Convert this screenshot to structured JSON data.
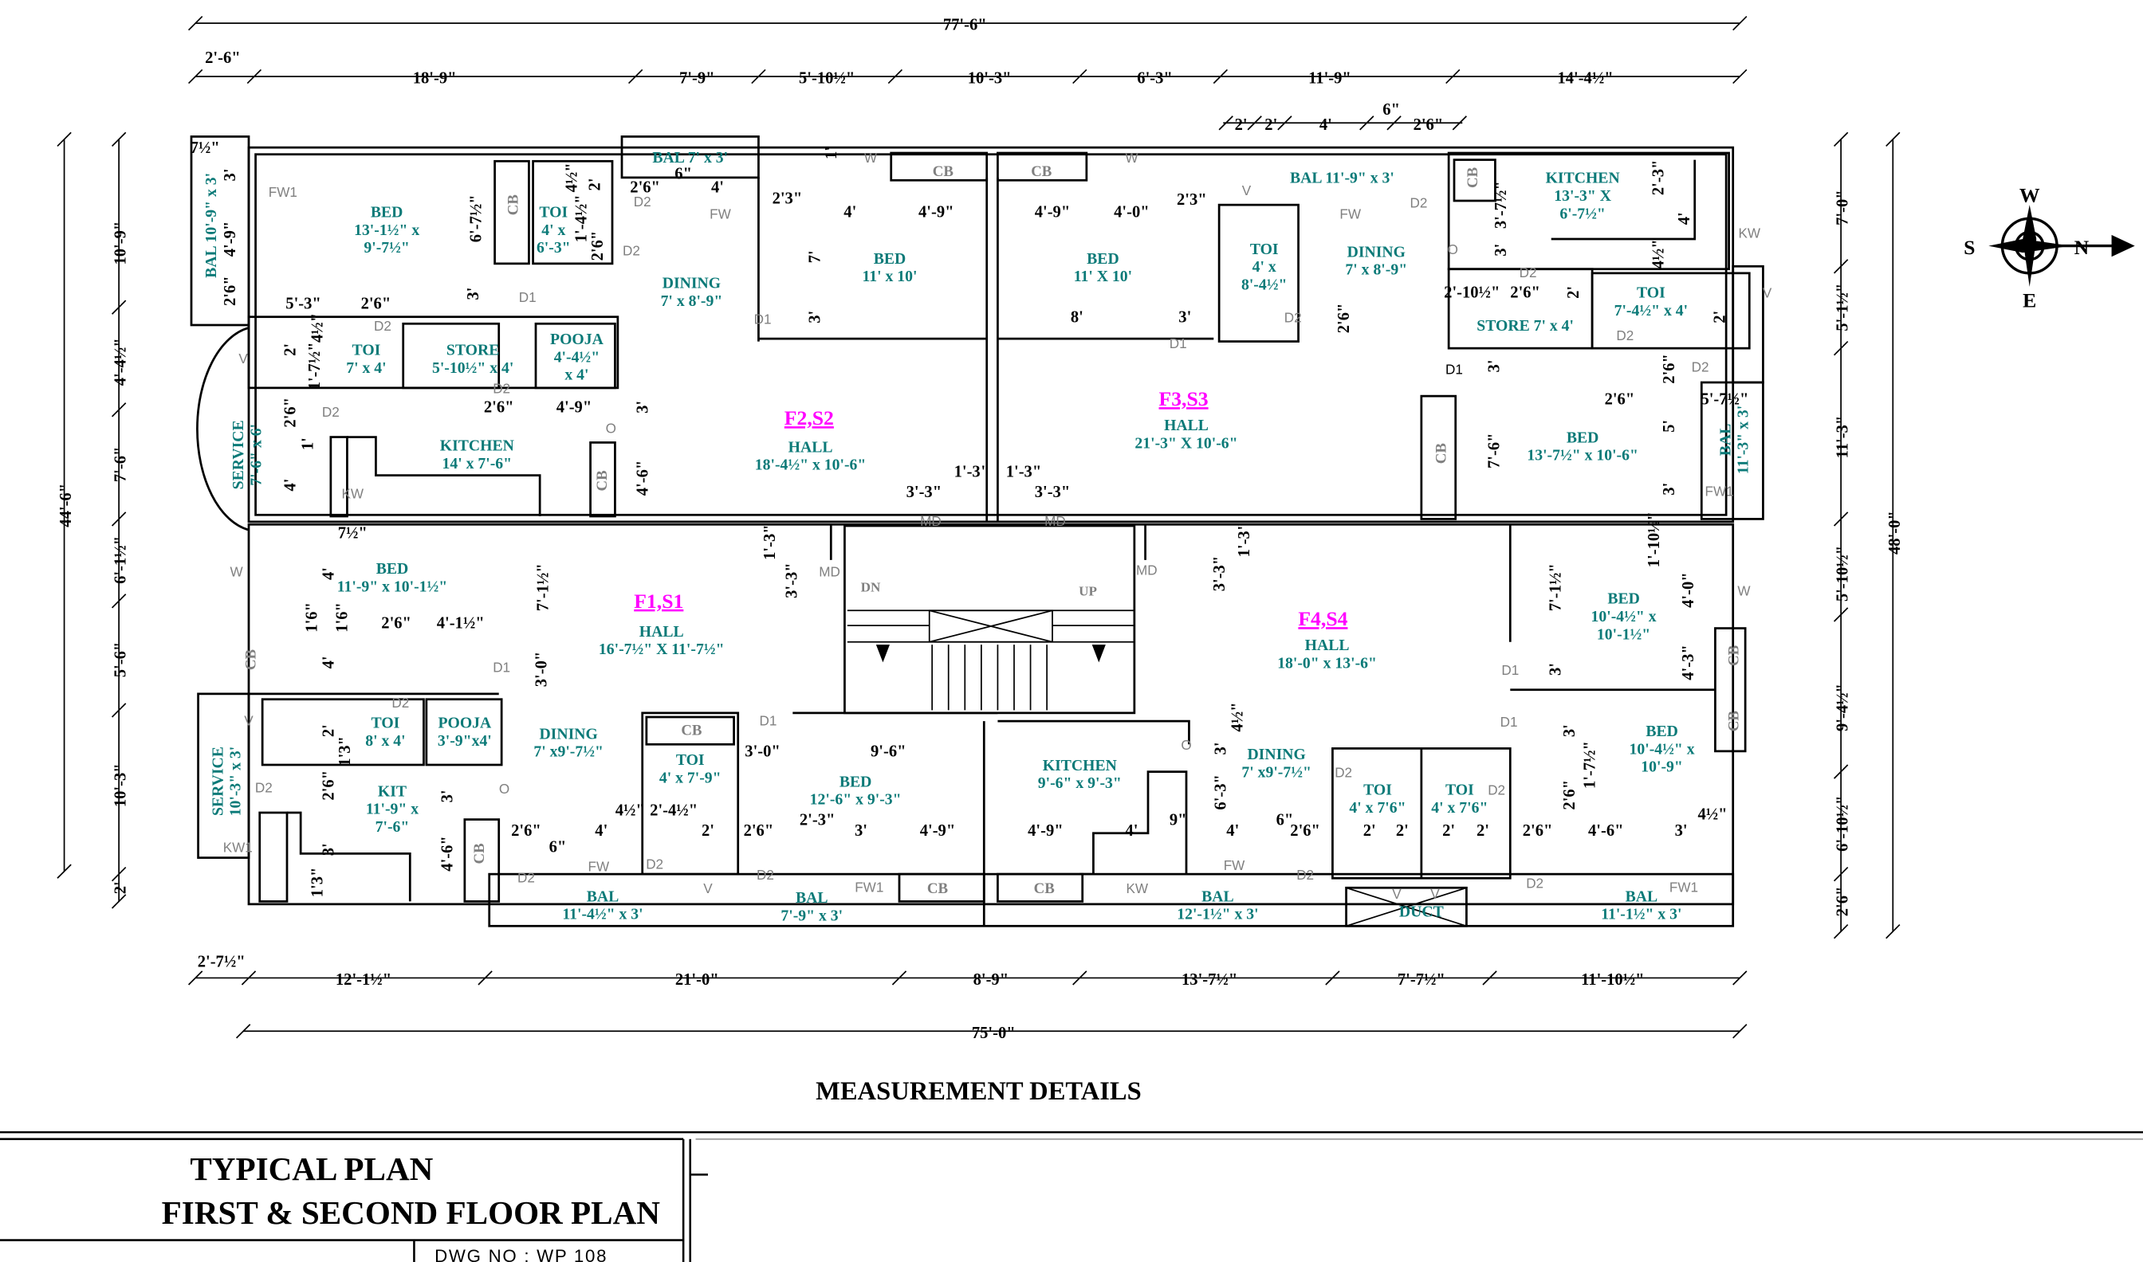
{
  "drawing": {
    "caption": "MEASUREMENT DETAILS",
    "title_line1": "TYPICAL PLAN",
    "title_line2": "FIRST & SECOND FLOOR PLAN",
    "drawing_number": "DWG NO : WP 108"
  },
  "compass": {
    "north": "N",
    "south": "S",
    "east": "E",
    "west": "W"
  },
  "colors": {
    "room_label": "#0b7a78",
    "unit_label": "#ff00ff",
    "tag": "#808080"
  },
  "units": [
    "F2,S2",
    "F3,S3",
    "F1,S1",
    "F4,S4"
  ],
  "rooms": [
    {
      "name": "BED",
      "size": [
        "13'-1½\" x",
        "9'-7½\""
      ]
    },
    {
      "name": "TOI",
      "size": [
        "4' x",
        "6'-3\""
      ]
    },
    {
      "name": "BAL 7' x 3'",
      "size": []
    },
    {
      "name": "DINING",
      "size": [
        "7' x 8'-9\""
      ]
    },
    {
      "name": "BAL 10'-9\" x 3'",
      "size": []
    },
    {
      "name": "TOI",
      "size": [
        "7' x 4'"
      ]
    },
    {
      "name": "STORE",
      "size": [
        "5'-10½\" x 4'"
      ]
    },
    {
      "name": "POOJA",
      "size": [
        "4'-4½\"",
        "x 4'"
      ]
    },
    {
      "name": "SERVICE",
      "size": [
        "7'-6\" x 6'"
      ]
    },
    {
      "name": "KITCHEN",
      "size": [
        "14' x 7'-6\""
      ]
    },
    {
      "name": "HALL",
      "size": [
        "18'-4½\" x 10'-6\""
      ]
    },
    {
      "name": "BED",
      "size": [
        "11' x 10'"
      ]
    },
    {
      "name": "BED",
      "size": [
        "11' X 10'"
      ]
    },
    {
      "name": "HALL",
      "size": [
        "21'-3\" X 10'-6\""
      ]
    },
    {
      "name": "TOI",
      "size": [
        "4' x",
        "8'-4½\""
      ]
    },
    {
      "name": "BAL 11'-9\" x 3'",
      "size": []
    },
    {
      "name": "DINING",
      "size": [
        "7' x 8'-9\""
      ]
    },
    {
      "name": "KITCHEN",
      "size": [
        "13'-3\" X",
        "6'-7½\""
      ]
    },
    {
      "name": "TOI",
      "size": [
        "7'-4½\" x 4'"
      ]
    },
    {
      "name": "STORE 7' x 4'",
      "size": []
    },
    {
      "name": "BED",
      "size": [
        "13'-7½\" x 10'-6\""
      ]
    },
    {
      "name": "BAL",
      "size": [
        "11'-3\" x 3'"
      ]
    },
    {
      "name": "BED",
      "size": [
        "11'-9\" x 10'-1½\""
      ]
    },
    {
      "name": "HALL",
      "size": [
        "16'-7½\" X 11'-7½\""
      ]
    },
    {
      "name": "TOI",
      "size": [
        "8' x 4'"
      ]
    },
    {
      "name": "POOJA",
      "size": [
        "3'-9\"x4'"
      ]
    },
    {
      "name": "SERVICE",
      "size": [
        "10'-3\" x 3'"
      ]
    },
    {
      "name": "KIT",
      "size": [
        "11'-9\" x",
        "7'-6\""
      ]
    },
    {
      "name": "DINING",
      "size": [
        "7' x9'-7½\""
      ]
    },
    {
      "name": "TOI",
      "size": [
        "4' x 7'-9\""
      ]
    },
    {
      "name": "BED",
      "size": [
        "12'-6\" x 9'-3\""
      ]
    },
    {
      "name": "BAL",
      "size": [
        "11'-4½\" x 3'"
      ]
    },
    {
      "name": "BAL",
      "size": [
        "7'-9\" x 3'"
      ]
    },
    {
      "name": "HALL",
      "size": [
        "18'-0\" x 13'-6\""
      ]
    },
    {
      "name": "BED",
      "size": [
        "10'-4½\" x",
        "10'-1½\""
      ]
    },
    {
      "name": "KITCHEN",
      "size": [
        "9'-6\" x 9'-3\""
      ]
    },
    {
      "name": "DINING",
      "size": [
        "7' x9'-7½\""
      ]
    },
    {
      "name": "TOI",
      "size": [
        "4' x 7'6\""
      ]
    },
    {
      "name": "TOI",
      "size": [
        "4' x 7'6\""
      ]
    },
    {
      "name": "BED",
      "size": [
        "10'-4½\" x",
        "10'-9\""
      ]
    },
    {
      "name": "BAL",
      "size": [
        "12'-1½\" x 3'"
      ]
    },
    {
      "name": "BAL",
      "size": [
        "11'-1½\" x 3'"
      ]
    },
    {
      "name": "DUCT",
      "size": []
    }
  ],
  "overall_dimensions": {
    "top_total": "77'-6\"",
    "top_segments": [
      "2'-6\"",
      "18'-9\"",
      "7'-9\"",
      "5'-10½\"",
      "10'-3\"",
      "6'-3\"",
      "11'-9\"",
      "14'-4½\""
    ],
    "top_sub_segments": [
      "2'",
      "2'",
      "4'",
      "6\"",
      "2'6\""
    ],
    "bottom_segments": [
      "2'-7½\"",
      "12'-1½\"",
      "21'-0\"",
      "8'-9\"",
      "13'-7½\"",
      "7'-7½\"",
      "11'-10½\""
    ],
    "bottom_total": "75'-0\"",
    "left_total": "44'-6\"",
    "left_segments": [
      "10'-9\"",
      "4'-4½\"",
      "7'-6\"",
      "6'-1½\"",
      "5'-6\"",
      "10'-3\"",
      "2'"
    ],
    "right_total": "48'-0\"",
    "right_segments": [
      "7'-0\"",
      "5'-1½\"",
      "11'-3\"",
      "5'-10½\"",
      "9'-4½\"",
      "6'-10½\"",
      "2'6\""
    ]
  },
  "interior_dimensions": [
    "5'-3\"",
    "2'6\"",
    "6'-7½\"",
    "3'",
    "2'6\"",
    "4'-9\"",
    "3'",
    "4'-6\"",
    "2'6\"",
    "4'",
    "6\"",
    "2'3\"",
    "4'",
    "4'-9\"",
    "7'",
    "3'",
    "4'-9\"",
    "4'-0\"",
    "2'3\"",
    "8'",
    "3'",
    "1'-3\"",
    "1'-3\"",
    "3'-3\"",
    "3'-3\"",
    "1'-3\"",
    "3'-3\"",
    "1'-3\"",
    "3'-3\"",
    "7'-1½\"",
    "3'-0\"",
    "2'6\"",
    "4'-1½\"",
    "1'6\"",
    "3'-0\"",
    "9'-6\"",
    "2'6\"",
    "6\"",
    "4'",
    "4½\"",
    "2'-4½\"",
    "2'",
    "2'6\"",
    "2'-3\"",
    "3'",
    "4'-9\"",
    "4'-9\"",
    "4'",
    "9\"",
    "4'",
    "6\"",
    "2'6\"",
    "2'",
    "2'",
    "2'",
    "2'",
    "2'6\"",
    "4'-6\"",
    "3'",
    "4½\"",
    "2'6\"",
    "5'-7½\"",
    "7'-6\"",
    "3'",
    "2'6\"",
    "5'",
    "3'",
    "1'-10½\"",
    "4'-0\"",
    "4'-3\"",
    "7'-1½\"",
    "3'",
    "3'",
    "1'-7½\"",
    "2'6\"",
    "6'-3\"",
    "3'",
    "4½\"",
    "2'-10½\"",
    "2'6\"",
    "2'",
    "3'-7½\"",
    "3'",
    "2'-3\"",
    "4'",
    "4½\"",
    "2'",
    "2'6\"",
    "7½\"",
    "3'",
    "4'-9\"",
    "2'6\"",
    "4½\"",
    "2'",
    "1'-7½\"",
    "2'6\"",
    "1'",
    "4'",
    "7½\"",
    "4'",
    "1'6\"",
    "4'",
    "2'",
    "1'3\"",
    "2'6\"",
    "3'",
    "1'3\"",
    "3'",
    "4'-6\"",
    "4½\"",
    "2'",
    "1'-4½\"",
    "2'6\"",
    "1'"
  ],
  "tags": [
    "FW1",
    "D2",
    "D2",
    "D1",
    "D2",
    "D2",
    "D2",
    "KW",
    "V",
    "O",
    "FW",
    "W",
    "D1",
    "W",
    "D1",
    "V",
    "FW",
    "D2",
    "D2",
    "O",
    "D2",
    "D2",
    "D2",
    "D1",
    "KW",
    "V",
    "FW1",
    "MD",
    "MD",
    "MD",
    "MD",
    "DN",
    "UP",
    "W",
    "D1",
    "D2",
    "V",
    "D2",
    "KW1",
    "O",
    "D2",
    "FW",
    "D2",
    "V",
    "D2",
    "FW1",
    "D1",
    "D1",
    "D1",
    "O",
    "W",
    "D2",
    "D2",
    "FW",
    "D2",
    "KW",
    "D2",
    "FW1",
    "V",
    "V"
  ],
  "cupboards": [
    "CB",
    "CB",
    "CB",
    "CB",
    "CB",
    "CB",
    "CB",
    "CB",
    "CB",
    "CB",
    "CB",
    "CB",
    "CB"
  ]
}
